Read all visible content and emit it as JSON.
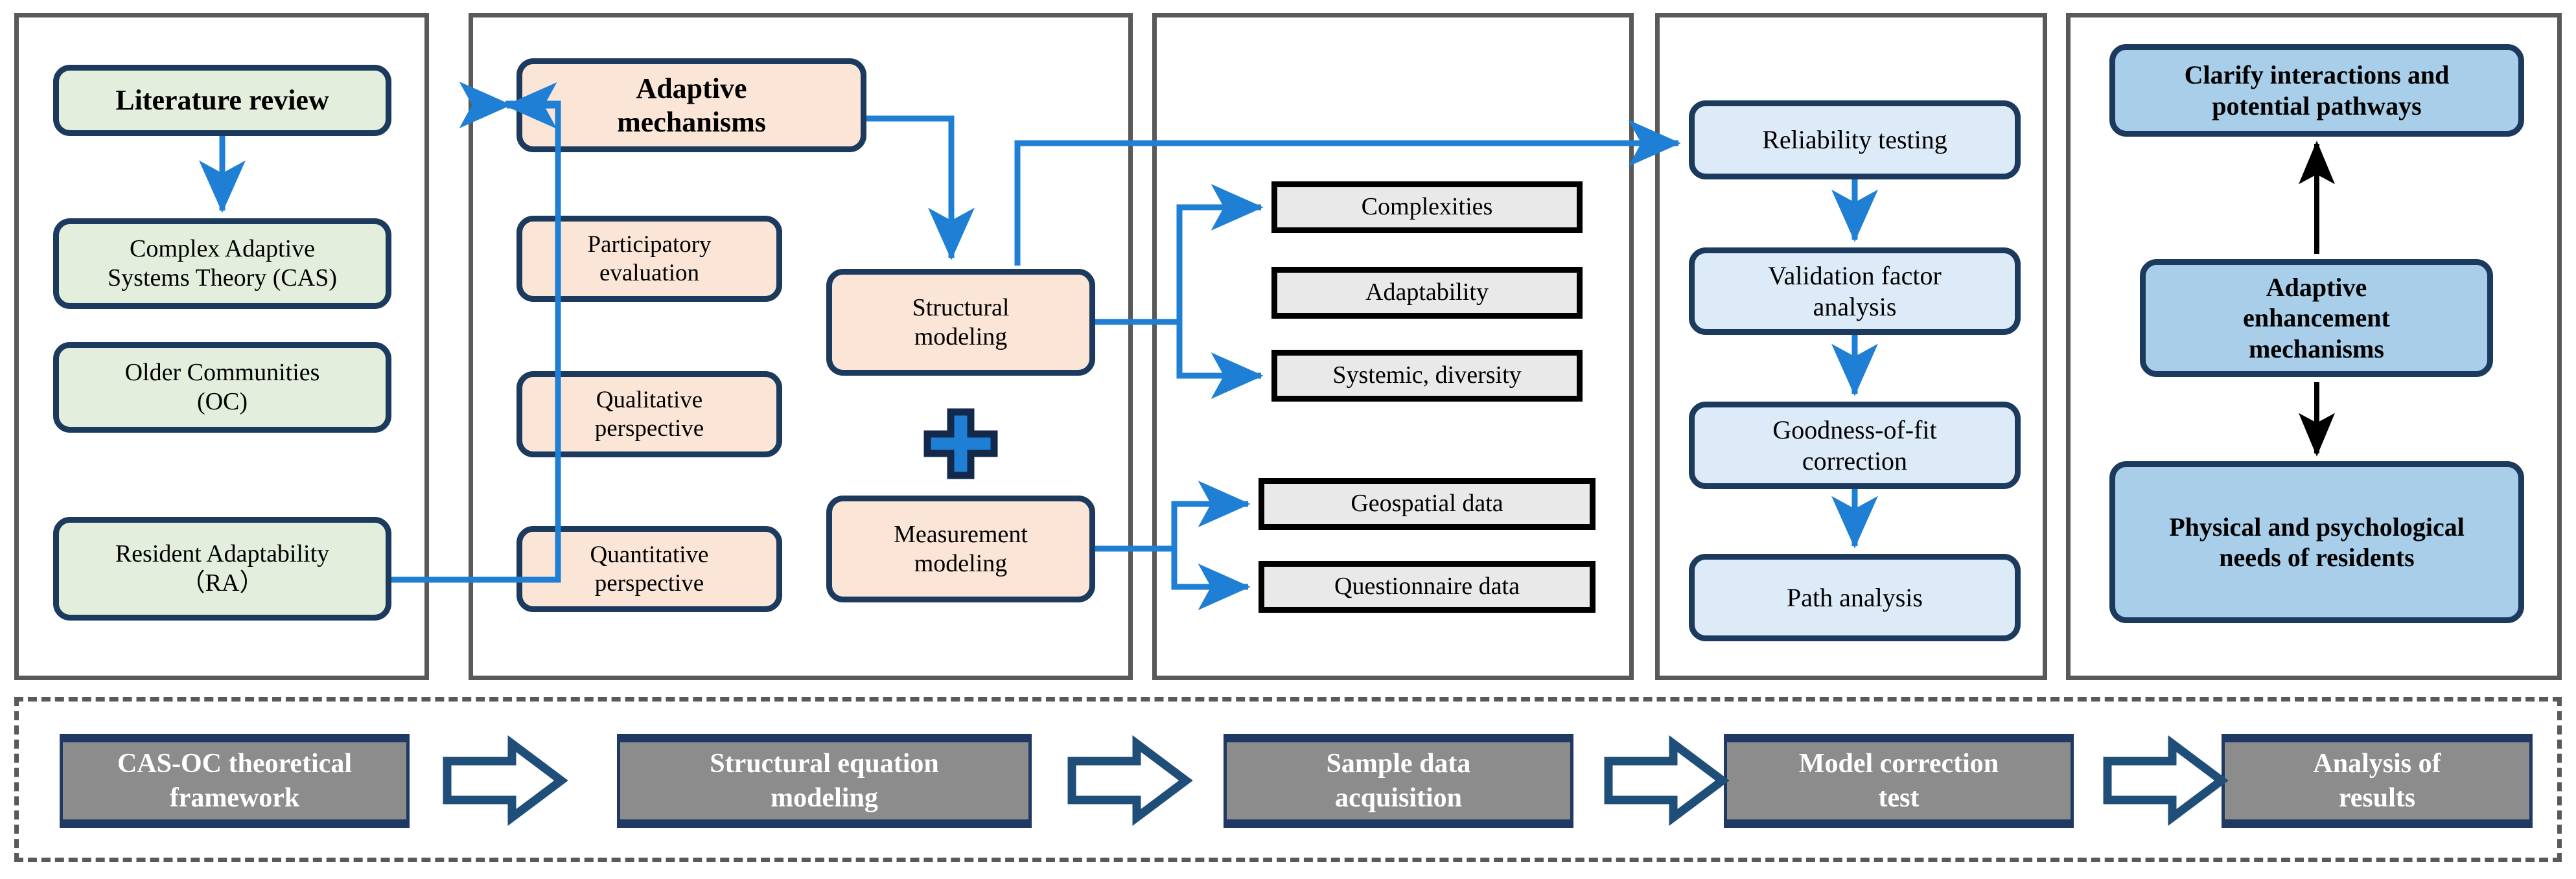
{
  "diagram": {
    "title": "Research framework flowchart",
    "colors": {
      "frame_gray": "#595959",
      "node_border_navy": "#1b3a5e",
      "green_fill": "#e3efdc",
      "orange_fill": "#fbe5d6",
      "blue_light_fill": "#ddeaf7",
      "blue_medium_fill": "#a8cee9",
      "square_fill": "#e9e9e9",
      "connector_blue": "#1f7fd4",
      "connector_black": "#000000",
      "strip_box_fill": "#8c8c8c",
      "strip_box_border": "#1f3864"
    }
  },
  "columns": [
    {
      "id": "col-literature",
      "nodes": [
        {
          "label": "Literature review"
        },
        {
          "label": "Complex Adaptive\nSystems Theory (CAS)"
        },
        {
          "label": "Older Communities\n(OC)"
        },
        {
          "label": "Resident Adaptability\n（RA）"
        }
      ]
    },
    {
      "id": "col-modeling",
      "nodes": [
        {
          "label": "Adaptive\nmechanisms"
        },
        {
          "label": "Participatory\nevaluation"
        },
        {
          "label": "Qualitative\nperspective"
        },
        {
          "label": "Quantitative\nperspective"
        },
        {
          "label": "Structural\nmodeling"
        },
        {
          "label": "Measurement\nmodeling"
        }
      ],
      "plus_symbol": "+"
    },
    {
      "id": "col-data",
      "nodes": [
        {
          "label": "Complexities"
        },
        {
          "label": "Adaptability"
        },
        {
          "label": "Systemic, diversity"
        },
        {
          "label": "Geospatial data"
        },
        {
          "label": "Questionnaire data"
        }
      ]
    },
    {
      "id": "col-correction",
      "nodes": [
        {
          "label": "Reliability testing"
        },
        {
          "label": "Validation factor\nanalysis"
        },
        {
          "label": "Goodness-of-fit\ncorrection"
        },
        {
          "label": "Path analysis"
        }
      ]
    },
    {
      "id": "col-results",
      "nodes": [
        {
          "label": "Clarify interactions and\npotential pathways"
        },
        {
          "label": "Adaptive\nenhancement\nmechanisms"
        },
        {
          "label": "Physical and psychological\nneeds of residents"
        }
      ]
    }
  ],
  "bottom_strip": {
    "steps": [
      {
        "label": "CAS-OC theoretical\nframework"
      },
      {
        "label": "Structural equation\nmodeling"
      },
      {
        "label": "Sample data\nacquisition"
      },
      {
        "label": "Model correction\ntest"
      },
      {
        "label": "Analysis of\nresults"
      }
    ],
    "arrow_glyph": "⇨",
    "arrow_count": 4
  }
}
